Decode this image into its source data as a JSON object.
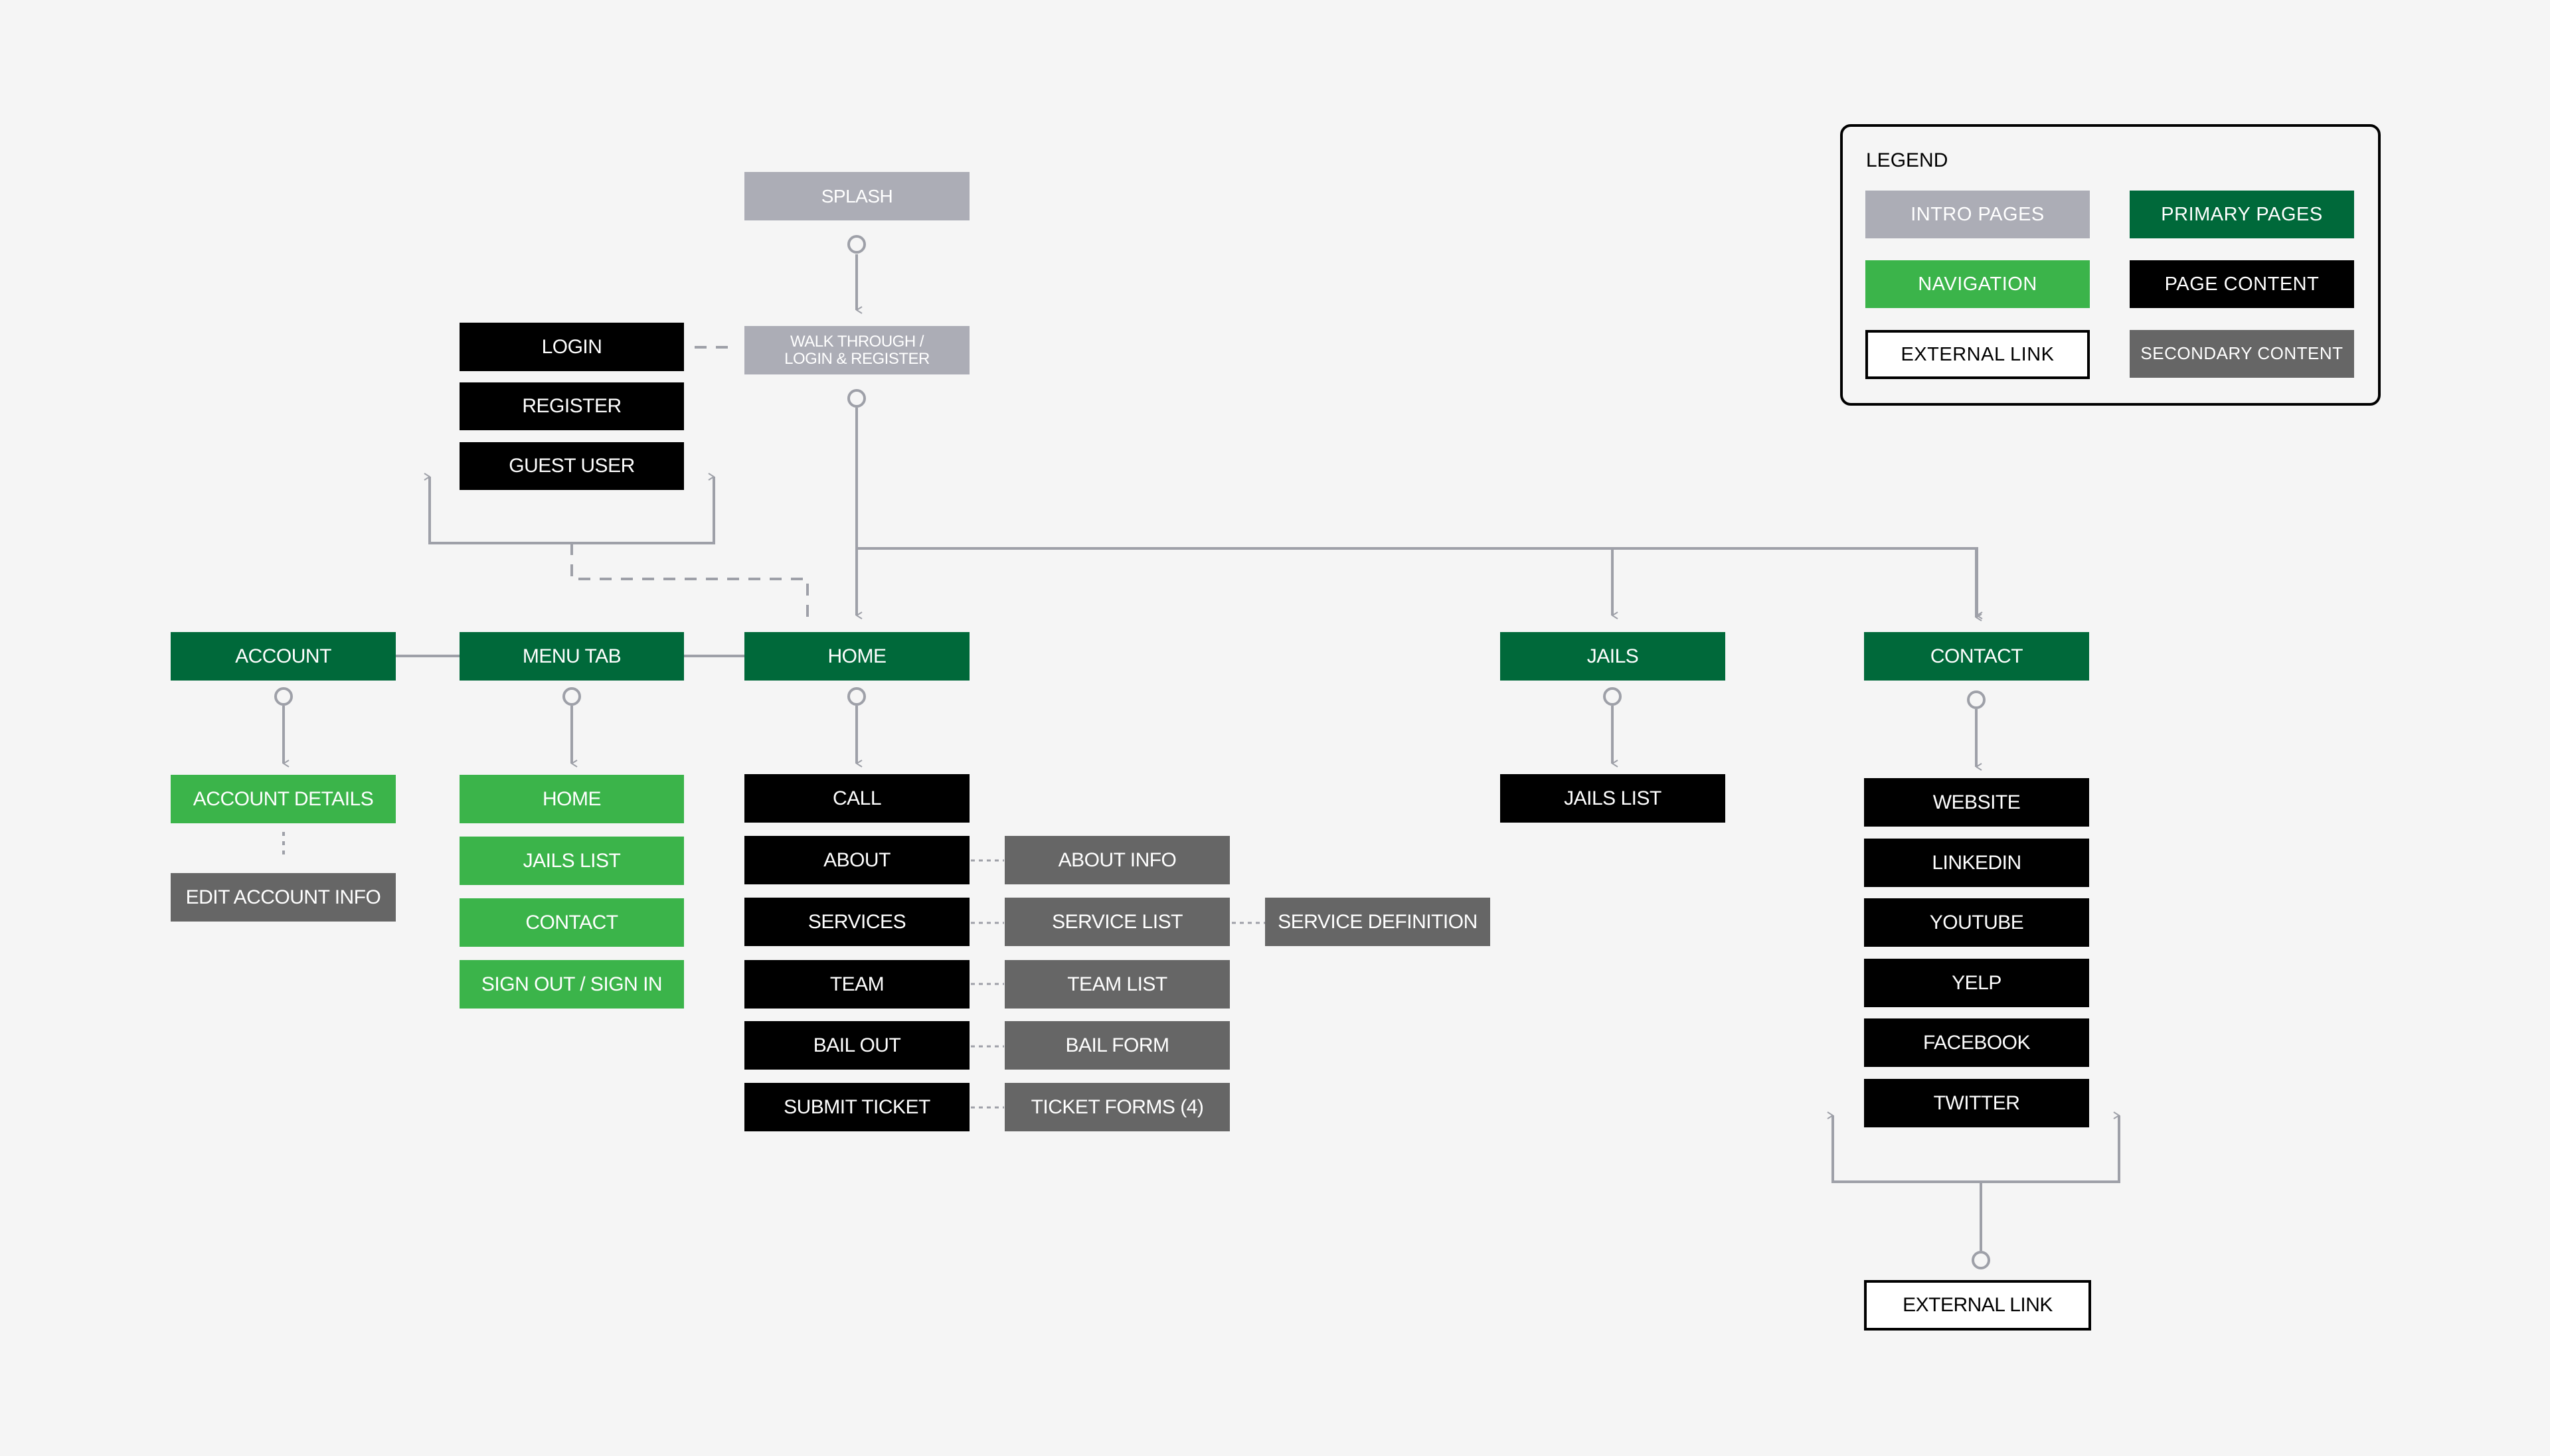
{
  "legend": {
    "title": "LEGEND",
    "intro_pages": "INTRO PAGES",
    "primary_pages": "PRIMARY PAGES",
    "navigation": "NAVIGATION",
    "page_content": "PAGE CONTENT",
    "external_link": "EXTERNAL LINK",
    "secondary_content": "SECONDARY CONTENT"
  },
  "colors": {
    "intro": "#acadb6",
    "primary": "#00693a",
    "navigation": "#3bb44a",
    "content": "#000000",
    "secondary": "#666666",
    "connector": "#9ea0a8"
  },
  "intro": {
    "splash": "SPLASH",
    "walkthrough_line1": "WALK THROUGH /",
    "walkthrough_line2": "LOGIN & REGISTER"
  },
  "auth": {
    "login": "LOGIN",
    "register": "REGISTER",
    "guest_user": "GUEST USER"
  },
  "primary": {
    "account": "ACCOUNT",
    "menu_tab": "MENU TAB",
    "home": "HOME",
    "jails": "JAILS",
    "contact": "CONTACT"
  },
  "account": {
    "details": "ACCOUNT DETAILS",
    "edit_info": "EDIT ACCOUNT INFO"
  },
  "menu": {
    "home": "HOME",
    "jails_list": "JAILS LIST",
    "contact": "CONTACT",
    "sign_out": "SIGN OUT / SIGN IN"
  },
  "home": {
    "call": "CALL",
    "about": "ABOUT",
    "services": "SERVICES",
    "team": "TEAM",
    "bail_out": "BAIL OUT",
    "submit_ticket": "SUBMIT TICKET"
  },
  "home_secondary": {
    "about_info": "ABOUT INFO",
    "service_list": "SERVICE LIST",
    "service_definition": "SERVICE DEFINITION",
    "team_list": "TEAM LIST",
    "bail_form": "BAIL FORM",
    "ticket_forms": "TICKET FORMS (4)"
  },
  "jails": {
    "list": "JAILS LIST"
  },
  "contact": {
    "website": "WEBSITE",
    "linkedin": "LINKEDIN",
    "youtube": "YOUTUBE",
    "yelp": "YELP",
    "facebook": "FACEBOOK",
    "twitter": "TWITTER",
    "external_link": "EXTERNAL LINK"
  }
}
